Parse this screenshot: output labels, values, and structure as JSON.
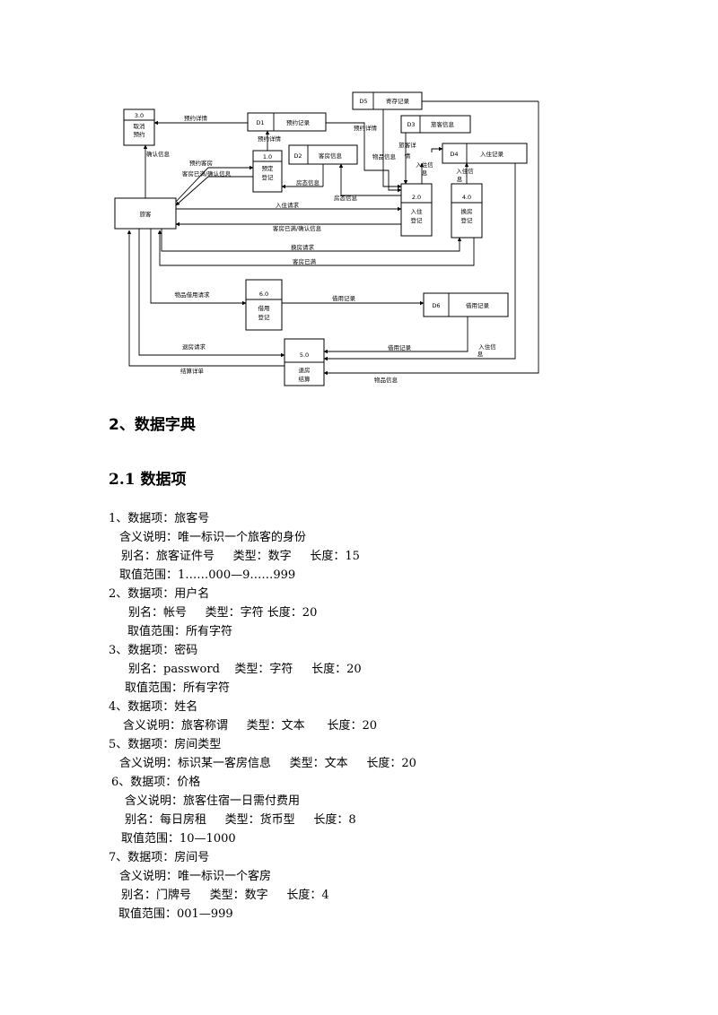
{
  "diagram": {
    "stores": {
      "d1": {
        "id": "D1",
        "name": "预约记录"
      },
      "d2": {
        "id": "D2",
        "name": "客房信息"
      },
      "d3": {
        "id": "D3",
        "name": "旅客信息"
      },
      "d4": {
        "id": "D4",
        "name": "入住记录"
      },
      "d5": {
        "id": "D5",
        "name": "寄存记录"
      },
      "d6": {
        "id": "D6",
        "name": "借用记录"
      }
    },
    "processes": {
      "p1": {
        "num": "1.0",
        "l1": "预定",
        "l2": "登记"
      },
      "p2": {
        "num": "2.0",
        "l1": "入住",
        "l2": "登记"
      },
      "p3": {
        "num": "3.0",
        "l1": "取消",
        "l2": "预约"
      },
      "p4": {
        "num": "4.0",
        "l1": "换房",
        "l2": "登记"
      },
      "p5": {
        "num": "5.0",
        "l1": "退房",
        "l2": "结算"
      },
      "p6": {
        "num": "6.0",
        "l1": "借用",
        "l2": "登记"
      }
    },
    "entity": "旅客",
    "flows": {
      "f1": "预约详情",
      "f2": "预约详情",
      "f3": "确认信息",
      "f4": "预约客房",
      "f5": "客房已满/确认信息",
      "f6": "房态信息",
      "f7": "预约详情",
      "f8": "房态信息",
      "f9": "物品信息",
      "f10": "旅客详",
      "f11": "情",
      "f12": "入住信",
      "f13": "息",
      "f14": "入住信",
      "f15": "息",
      "f16": "入住请求",
      "f17": "客房已满/确认信息",
      "f18": "换房请求",
      "f19": "客房已满",
      "f20": "物品借用请求",
      "f21": "借用记录",
      "f22": "退房请求",
      "f23": "借用记录",
      "f24": "入住信",
      "f25": "息",
      "f26": "结算详单",
      "f27": "物品信息"
    }
  },
  "section_title": "2、数据字典",
  "subsection_title": "2.1  数据项",
  "lines": [
    "1、数据项：旅客号",
    "含义说明：唯一标识一个旅客的身份",
    "别名：旅客证件号     类型：数字     长度：15",
    "取值范围：1……000—9……999",
    "2、数据项：用户名",
    "别名：帐号     类型：字符 长度：20",
    "取值范围：所有字符",
    "3、数据项：密码",
    "别名：password    类型：字符     长度：20",
    "取值范围：所有字符",
    "4、数据项：姓名",
    "含义说明：旅客称谓     类型：文本      长度：20",
    "5、数据项：房间类型",
    "含义说明：标识某一客房信息     类型：文本     长度：20",
    "6、数据项：价格",
    "含义说明：旅客住宿一日需付费用",
    "别名：每日房租     类型：货币型     长度：8",
    "取值范围：10—1000",
    "7、数据项：房间号",
    "含义说明：唯一标识一个客房",
    "别名：门牌号     类型：数字     长度：4",
    "取值范围：001—999"
  ]
}
